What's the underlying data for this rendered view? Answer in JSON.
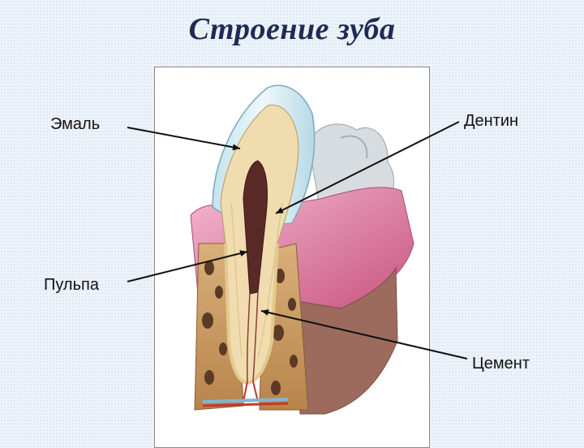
{
  "title": "Строение зуба",
  "labels": {
    "enamel": "Эмаль",
    "dentin": "Дентин",
    "pulp": "Пульпа",
    "cement": "Цемент"
  },
  "colors": {
    "title": "#1f2a55",
    "gum": "#d9709a",
    "enamel": "#d6eef4",
    "dentin": "#f0dcae",
    "pulp": "#5a2a28",
    "bone": "#c99a63",
    "arrow": "#111111"
  }
}
